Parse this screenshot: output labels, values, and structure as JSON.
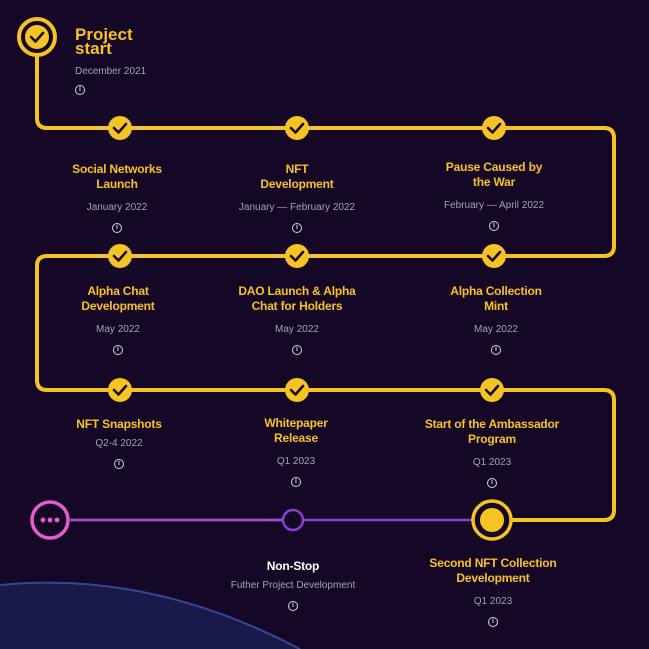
{
  "start": {
    "title_line1": "Project",
    "title_line2": "start",
    "date": "December 2021",
    "info_glyph": "i"
  },
  "milestones": [
    {
      "title1": "Social Networks",
      "title2": "Launch",
      "date": "January 2022",
      "status": "done"
    },
    {
      "title1": "NFT",
      "title2": "Development",
      "date": "January — February 2022",
      "status": "done"
    },
    {
      "title1": "Pause Caused by",
      "title2": "the War",
      "date": "February — April 2022",
      "status": "done"
    },
    {
      "title1": "Alpha Chat",
      "title2": "Development",
      "date": "May 2022",
      "status": "done"
    },
    {
      "title1": "DAO Launch & Alpha",
      "title2": "Chat for Holders",
      "date": "May 2022",
      "status": "done"
    },
    {
      "title1": "Alpha Collection",
      "title2": "Mint",
      "date": "May 2022",
      "status": "done"
    },
    {
      "title1": "NFT Snapshots",
      "title2": "",
      "date": "Q2-4 2022",
      "status": "done"
    },
    {
      "title1": "Whitepaper",
      "title2": "Release",
      "date": "Q1 2023",
      "status": "done"
    },
    {
      "title1": "Start of the Ambassador",
      "title2": "Program",
      "date": "Q1 2023",
      "status": "done"
    },
    {
      "title1": "Second NFT Collection",
      "title2": "Development",
      "date": "Q1 2023",
      "status": "current"
    },
    {
      "title1": "Non-Stop",
      "title2": "",
      "date": "Futher Project Development",
      "status": "future"
    }
  ],
  "colors": {
    "background": "#150726",
    "path_done": "#f6c325",
    "path_future": "#8a3fd1",
    "node_future": "#8a3fd1",
    "node_more": "#e85ad0",
    "check": "#1a0a2c",
    "title": "#f6c325",
    "title_future": "#ffffff",
    "date": "#a7a0b4"
  },
  "icons": {
    "node_done": "check-icon",
    "node_more": "ellipsis-icon",
    "info": "info-icon"
  }
}
